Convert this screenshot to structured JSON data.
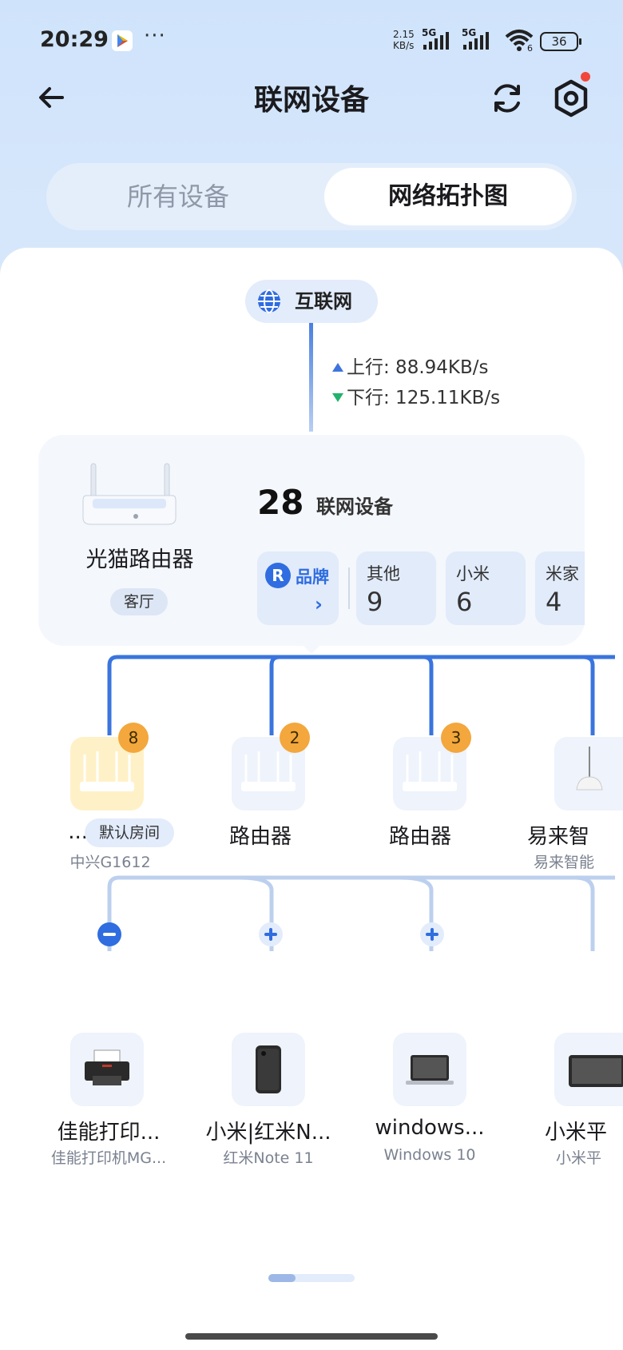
{
  "status_bar": {
    "time": "20:29",
    "net_speed_value": "2.15",
    "net_speed_unit": "KB/s",
    "sim1": "5G",
    "sim2": "5G",
    "wifi_band": "6",
    "battery": "36"
  },
  "header": {
    "title": "联网设备"
  },
  "tabs": [
    {
      "label": "所有设备",
      "selected": false
    },
    {
      "label": "网络拓扑图",
      "selected": true
    }
  ],
  "internet": {
    "label": "互联网",
    "upload": "上行: 88.94KB/s",
    "download": "下行: 125.11KB/s"
  },
  "hub": {
    "name": "光猫路由器",
    "room": "客厅",
    "device_count": "28",
    "device_count_label": "联网设备",
    "brand_label": "品牌",
    "brand_icon_letter": "R",
    "categories": [
      {
        "name": "其他",
        "count": "9"
      },
      {
        "name": "小米",
        "count": "6"
      },
      {
        "name": "米家",
        "count": "4"
      }
    ]
  },
  "level1": [
    {
      "name": "...",
      "sub": "中兴G1612",
      "badge": "8",
      "room": "默认房间"
    },
    {
      "name": "路由器",
      "badge": "2"
    },
    {
      "name": "路由器",
      "badge": "3"
    },
    {
      "name": "易来智",
      "sub": "易来智能"
    }
  ],
  "level2": [
    {
      "name": "佳能打印...",
      "sub": "佳能打印机MG..."
    },
    {
      "name": "小米|红米N...",
      "sub": "红米Note 11"
    },
    {
      "name": "windows...",
      "sub": "Windows 10"
    },
    {
      "name": "小米平",
      "sub": "小米平"
    }
  ],
  "colors": {
    "accent": "#2f6de0",
    "badge": "#f3a73c",
    "upload_arrow": "#3f74dc",
    "download_arrow": "#21b36b"
  }
}
